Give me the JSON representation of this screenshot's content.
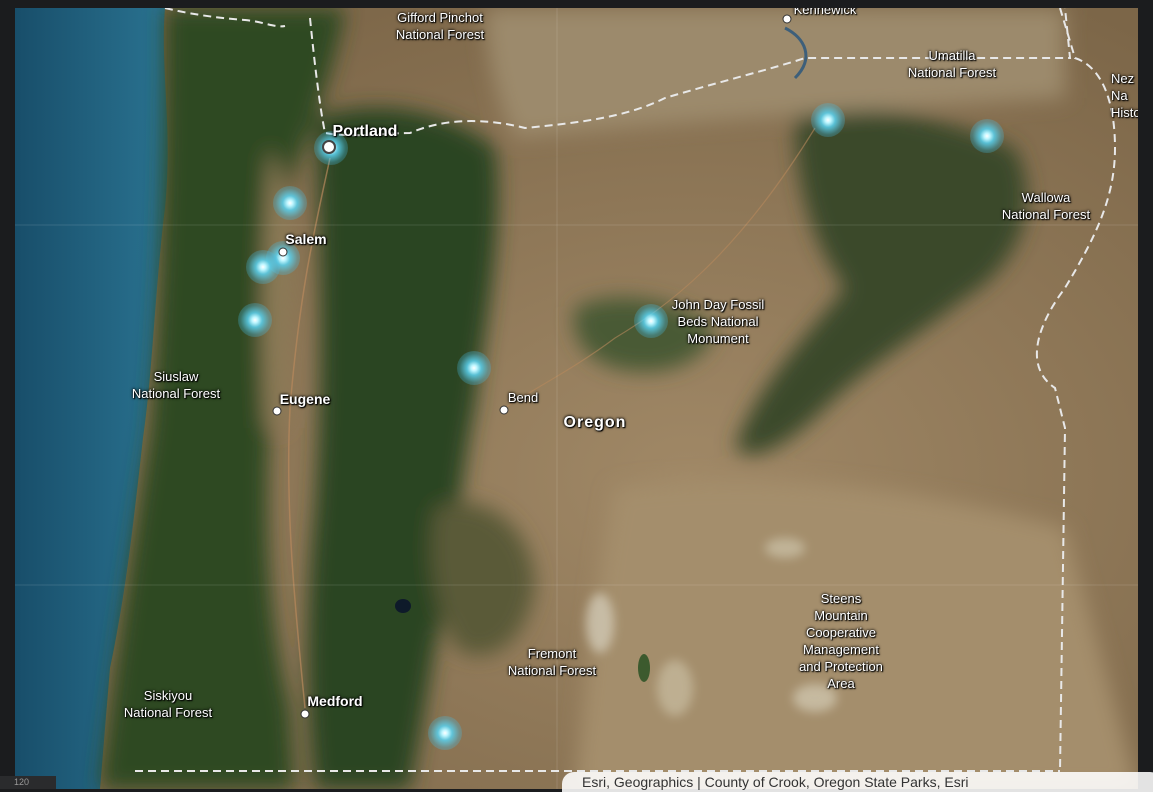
{
  "map": {
    "labels": {
      "gifford": "Gifford Pinchot\nNational Forest",
      "kennewick": "Kennewick",
      "umatilla": "Umatilla\nNational Forest",
      "nez": "Nez\nNa\nHistor",
      "portland": "Portland",
      "salem": "Salem",
      "wallowa": "Wallowa\nNational Forest",
      "johnday": "John Day Fossil\nBeds National\nMonument",
      "siuslaw": "Siuslaw\nNational Forest",
      "eugene": "Eugene",
      "bend": "Bend",
      "oregon": "Oregon",
      "steens": "Steens\nMountain\nCooperative\nManagement\nand Protection\nArea",
      "fremont": "Fremont\nNational Forest",
      "siskiyou": "Siskiyou\nNational Forest",
      "medford": "Medford"
    },
    "attribution": "Esri, Geographics | County of Crook, Oregon State Parks, Esri",
    "corner_text": "120",
    "colors": {
      "ocean": "#1d5f7e",
      "forest": "#2e4a22",
      "desert": "#8a7458",
      "glow": "#5fd3f0"
    }
  }
}
